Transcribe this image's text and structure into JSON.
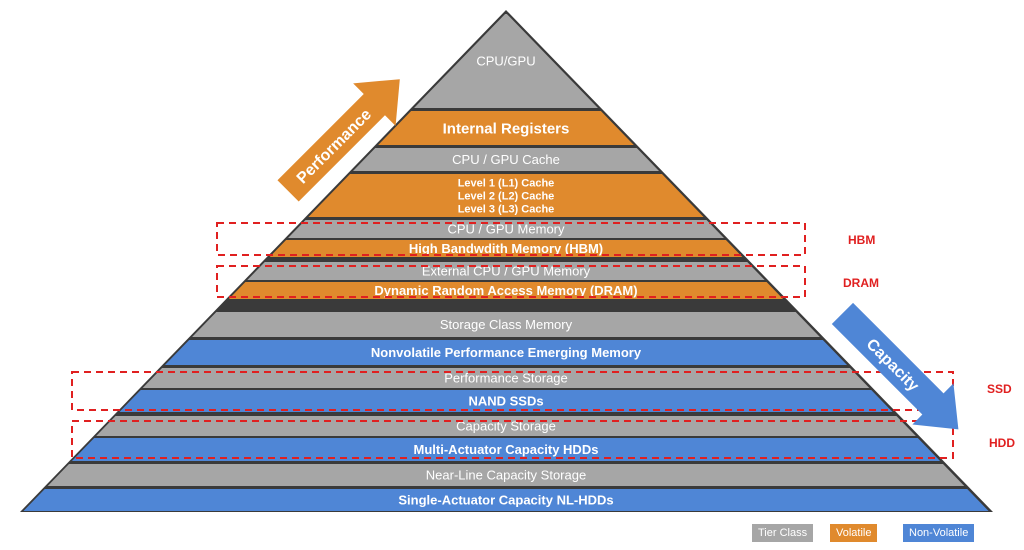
{
  "colors": {
    "tier": "#a6a6a6",
    "volatile": "#e08a2d",
    "non_volatile": "#4f86d6",
    "highlight_box": "#e02020",
    "highlight_text": "#e02020",
    "band_text": "#ffffff"
  },
  "pyramid": {
    "layers": [
      {
        "label": "CPU/GPU",
        "class": "tier"
      },
      {
        "label": "Internal Registers",
        "class": "volatile",
        "bold": true
      },
      {
        "label": "CPU / GPU Cache",
        "class": "tier"
      },
      {
        "lines": [
          "Level 1 (L1) Cache",
          "Level 2 (L2) Cache",
          "Level 3 (L3) Cache"
        ],
        "class": "volatile",
        "bold": true
      },
      {
        "label": "CPU / GPU Memory",
        "class": "tier"
      },
      {
        "label": "High Bandwdith Memory (HBM)",
        "class": "volatile",
        "bold": true
      },
      {
        "label": "External CPU / GPU Memory",
        "class": "tier"
      },
      {
        "label": "Dynamic Random Access Memory (DRAM)",
        "class": "volatile",
        "bold": true
      },
      {
        "label": "Storage Class Memory",
        "class": "tier"
      },
      {
        "label": "Nonvolatile Performance Emerging Memory",
        "class": "non_volatile",
        "bold": true
      },
      {
        "label": "Performance Storage",
        "class": "tier"
      },
      {
        "label": "NAND SSDs",
        "class": "non_volatile",
        "bold": true
      },
      {
        "label": "Capacity Storage",
        "class": "tier"
      },
      {
        "label": "Multi-Actuator Capacity HDDs",
        "class": "non_volatile",
        "bold": true
      },
      {
        "label": "Near-Line Capacity Storage",
        "class": "tier"
      },
      {
        "label": "Single-Actuator Capacity NL-HDDs",
        "class": "non_volatile",
        "bold": true
      }
    ]
  },
  "highlights": [
    "HBM",
    "DRAM",
    "SSD",
    "HDD"
  ],
  "arrows": {
    "performance": "Performance",
    "capacity": "Capacity"
  },
  "legend": {
    "tier": "Tier Class",
    "volatile": "Volatile",
    "non_volatile": "Non-Volatile"
  }
}
